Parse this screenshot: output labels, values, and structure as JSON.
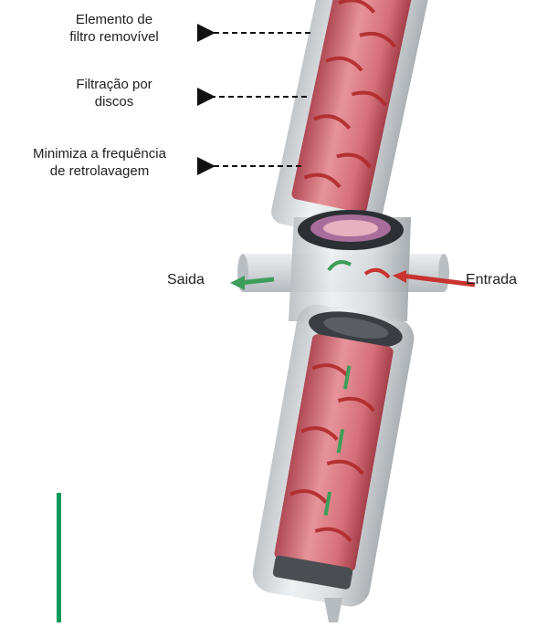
{
  "labels": {
    "removable_element": [
      "Elemento de",
      "filtro removível"
    ],
    "disc_filtration": [
      "Filtração por",
      "discos"
    ],
    "backwash_frequency": [
      "Minimiza a frequência",
      "de retrolavagem"
    ],
    "outlet": "Saida",
    "inlet": "Entrada"
  },
  "colors": {
    "accent_green": "#0e9a5a",
    "arrow_red": "#c8332f",
    "flow_green": "#3d9d5a",
    "cartridge_pink": "#d9787f",
    "housing_gray": "#cfd3d6",
    "text": "#1f1f1f"
  },
  "icons": {
    "callout_arrow": "left-arrow-icon"
  }
}
